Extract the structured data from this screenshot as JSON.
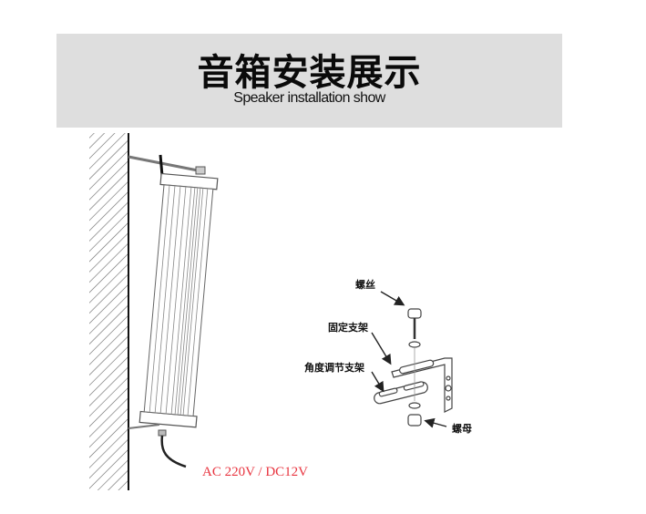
{
  "header": {
    "title_cn": "音箱安装展示",
    "title_en": "Speaker installation show"
  },
  "diagram": {
    "power_label": "AC 220V / DC12V",
    "power_label_color": "#e8343f",
    "bracket_labels": {
      "screw": "螺丝",
      "fixed_bracket": "固定支架",
      "angle_bracket": "角度调节支架",
      "nut": "螺母"
    }
  }
}
